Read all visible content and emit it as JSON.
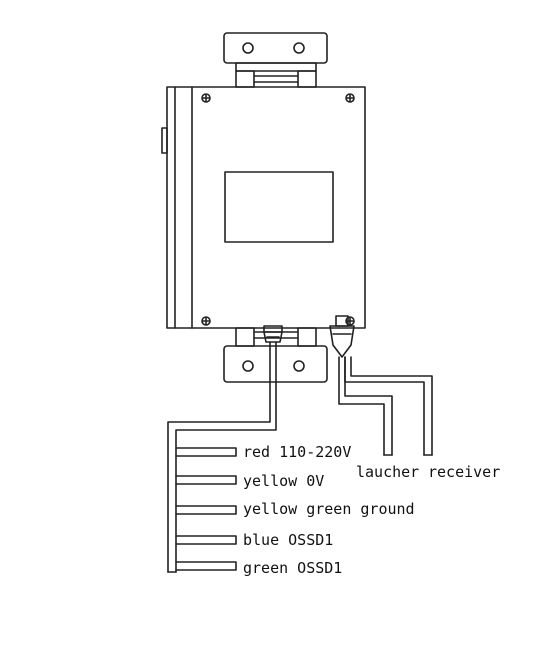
{
  "wires": [
    {
      "label": "red 110-220V"
    },
    {
      "label": "yellow 0V"
    },
    {
      "label": "yellow green ground"
    },
    {
      "label": "blue OSSD1"
    },
    {
      "label": "green OSSD1"
    }
  ],
  "sensor_cables": {
    "launcher_label": "laucher",
    "receiver_label": "receiver"
  },
  "colors": {
    "line": "#222222",
    "background": "#ffffff"
  }
}
